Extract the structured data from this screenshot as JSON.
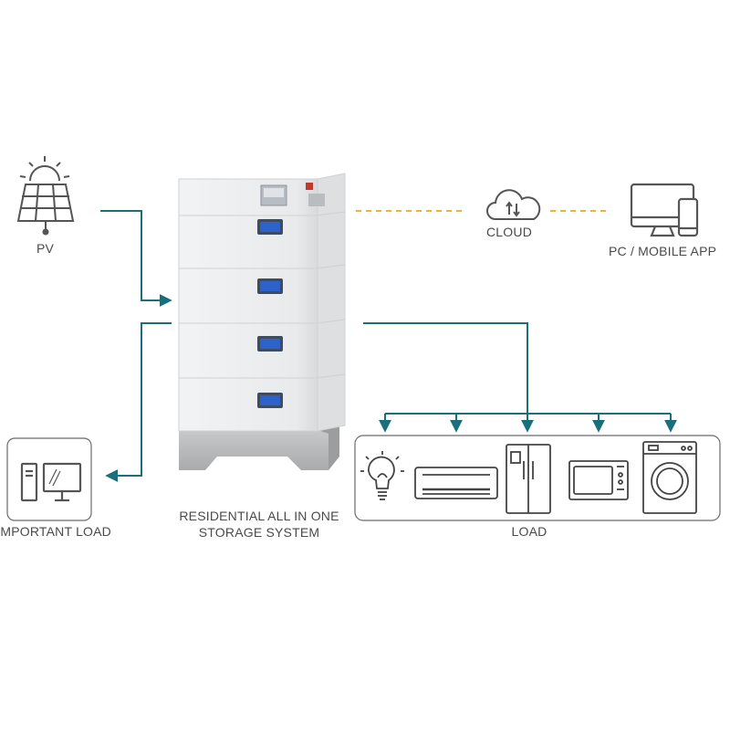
{
  "labels": {
    "pv": "PV",
    "cloud": "CLOUD",
    "pc_app": "PC / MOBILE APP",
    "important_load": "IMPORTANT LOAD",
    "system_line1": "RESIDENTIAL ALL IN ONE",
    "system_line2": "STORAGE SYSTEM",
    "load": "LOAD"
  },
  "colors": {
    "flow": "#1b6f7a",
    "dashed": "#f3b13a",
    "icon": "#555555",
    "box_border": "#6b6b6b"
  },
  "icons": {
    "pv": "solar-panel-icon",
    "cloud": "cloud-sync-icon",
    "pc": "desktop-and-phone-icon",
    "important_load": "computer-icon",
    "loads": [
      "light-bulb-icon",
      "air-conditioner-icon",
      "refrigerator-icon",
      "microwave-icon",
      "washing-machine-icon"
    ]
  }
}
